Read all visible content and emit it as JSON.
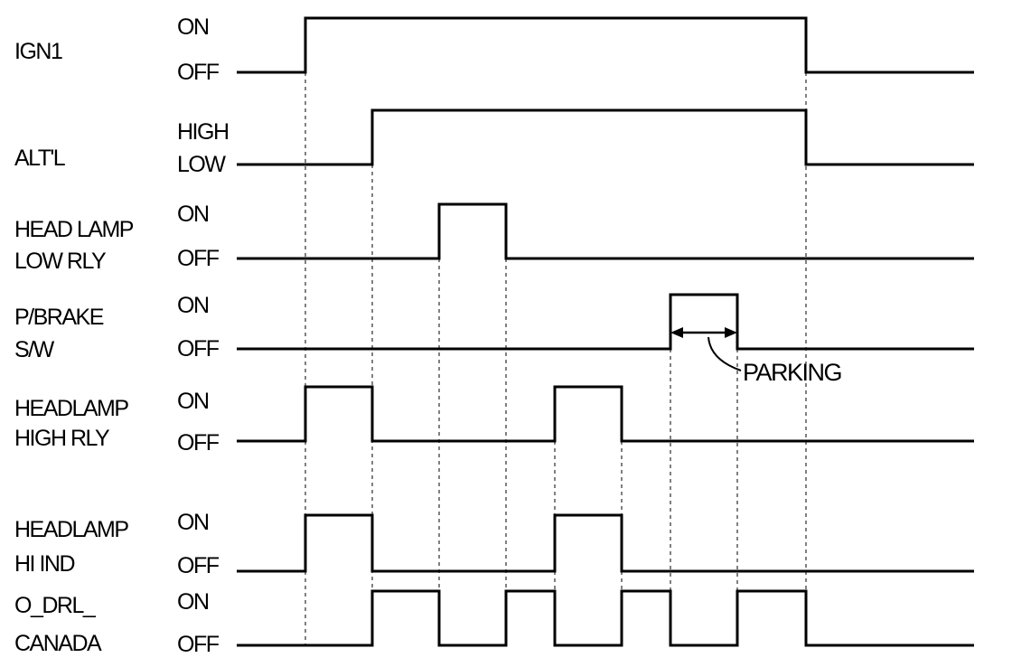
{
  "diagram": {
    "signals": [
      {
        "name_lines": [
          "IGN1"
        ],
        "states": [
          "ON",
          "OFF"
        ],
        "transitions": [
          338,
          892
        ]
      },
      {
        "name_lines": [
          "ALT'L"
        ],
        "states": [
          "HIGH",
          "LOW"
        ],
        "transitions": [
          412,
          892
        ]
      },
      {
        "name_lines": [
          "HEAD LAMP",
          "LOW RLY"
        ],
        "states": [
          "ON",
          "OFF"
        ],
        "transitions": [
          486,
          560
        ]
      },
      {
        "name_lines": [
          "P/BRAKE",
          "S/W"
        ],
        "states": [
          "ON",
          "OFF"
        ],
        "transitions": [
          742,
          816
        ]
      },
      {
        "name_lines": [
          "HEADLAMP",
          "HIGH RLY"
        ],
        "states": [
          "ON",
          "OFF"
        ],
        "transitions": [
          338,
          412,
          614,
          688
        ]
      },
      {
        "name_lines": [
          "HEADLAMP",
          "HI IND"
        ],
        "states": [
          "ON",
          "OFF"
        ],
        "transitions": [
          338,
          412,
          614,
          688
        ]
      },
      {
        "name_lines": [
          "O_DRL_",
          "CANADA"
        ],
        "states": [
          "ON",
          "OFF"
        ],
        "transitions": [
          412,
          486,
          560,
          614,
          688,
          742,
          816,
          892
        ]
      }
    ],
    "annotation": {
      "label": "PARKING"
    }
  }
}
